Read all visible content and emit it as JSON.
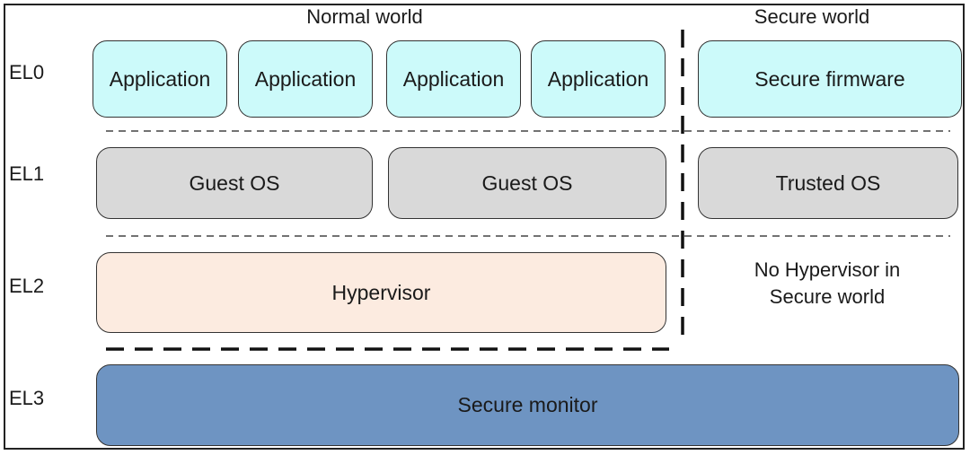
{
  "worlds": {
    "normal": "Normal world",
    "secure": "Secure world"
  },
  "levels": [
    "EL0",
    "EL1",
    "EL2",
    "EL3"
  ],
  "el0": {
    "applications": [
      "Application",
      "Application",
      "Application",
      "Application"
    ],
    "secure_firmware": "Secure firmware"
  },
  "el1": {
    "guest_os": [
      "Guest OS",
      "Guest OS"
    ],
    "trusted_os": "Trusted OS"
  },
  "el2": {
    "hypervisor": "Hypervisor",
    "note_line1": "No Hypervisor in",
    "note_line2": "Secure world"
  },
  "el3": {
    "monitor": "Secure monitor"
  },
  "colors": {
    "app": "#ccfafa",
    "os": "#d9d9d9",
    "hypervisor": "#fcebe0",
    "monitor": "#6e94c2"
  }
}
